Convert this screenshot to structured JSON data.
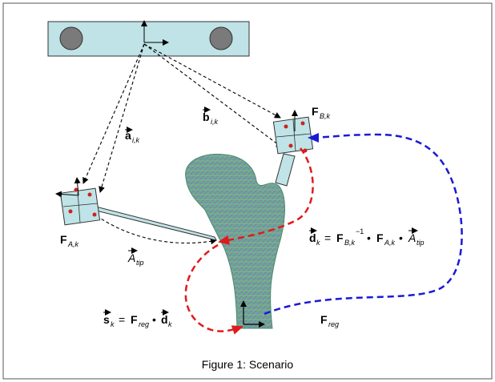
{
  "figure": {
    "caption": "Figure 1: Scenario"
  },
  "labels": {
    "a_vec": {
      "main": "a",
      "sub": "i,k"
    },
    "b_vec": {
      "main": "b",
      "sub": "i,k"
    },
    "F_A": {
      "main": "F",
      "sub": "A,k"
    },
    "F_B": {
      "main": "F",
      "sub": "B,k"
    },
    "A_tip": {
      "main": "A",
      "sub": "tip"
    },
    "F_reg": {
      "main": "F",
      "sub": "reg"
    }
  },
  "equations": {
    "d_eq": {
      "lhs_main": "d",
      "lhs_sub": "k",
      "eq": "=",
      "t1_main": "F",
      "t1_sub": "B,k",
      "t1_sup": "−1",
      "dot1": "•",
      "t2_main": "F",
      "t2_sub": "A,k",
      "dot2": "•",
      "t3_main": "A",
      "t3_sub": "tip"
    },
    "s_eq": {
      "lhs_main": "s",
      "lhs_sub": "k",
      "eq": "=",
      "t1_main": "F",
      "t1_sub": "reg",
      "dot1": "•",
      "t2_main": "d",
      "t2_sub": "k"
    }
  },
  "colors": {
    "frame_border": "#555555",
    "camera_bar_fill": "#bfe3e6",
    "lens_fill": "#7a7a7a",
    "tracker_fill": "#bfe3e6",
    "marker": "#cc2222",
    "bone_base": "#6fa58a",
    "red_dash": "#e01b1b",
    "blue_dash": "#1a1ad6",
    "black": "#000000"
  },
  "icons": {
    "camera_lens": "circle",
    "marker_dot": "dot"
  }
}
